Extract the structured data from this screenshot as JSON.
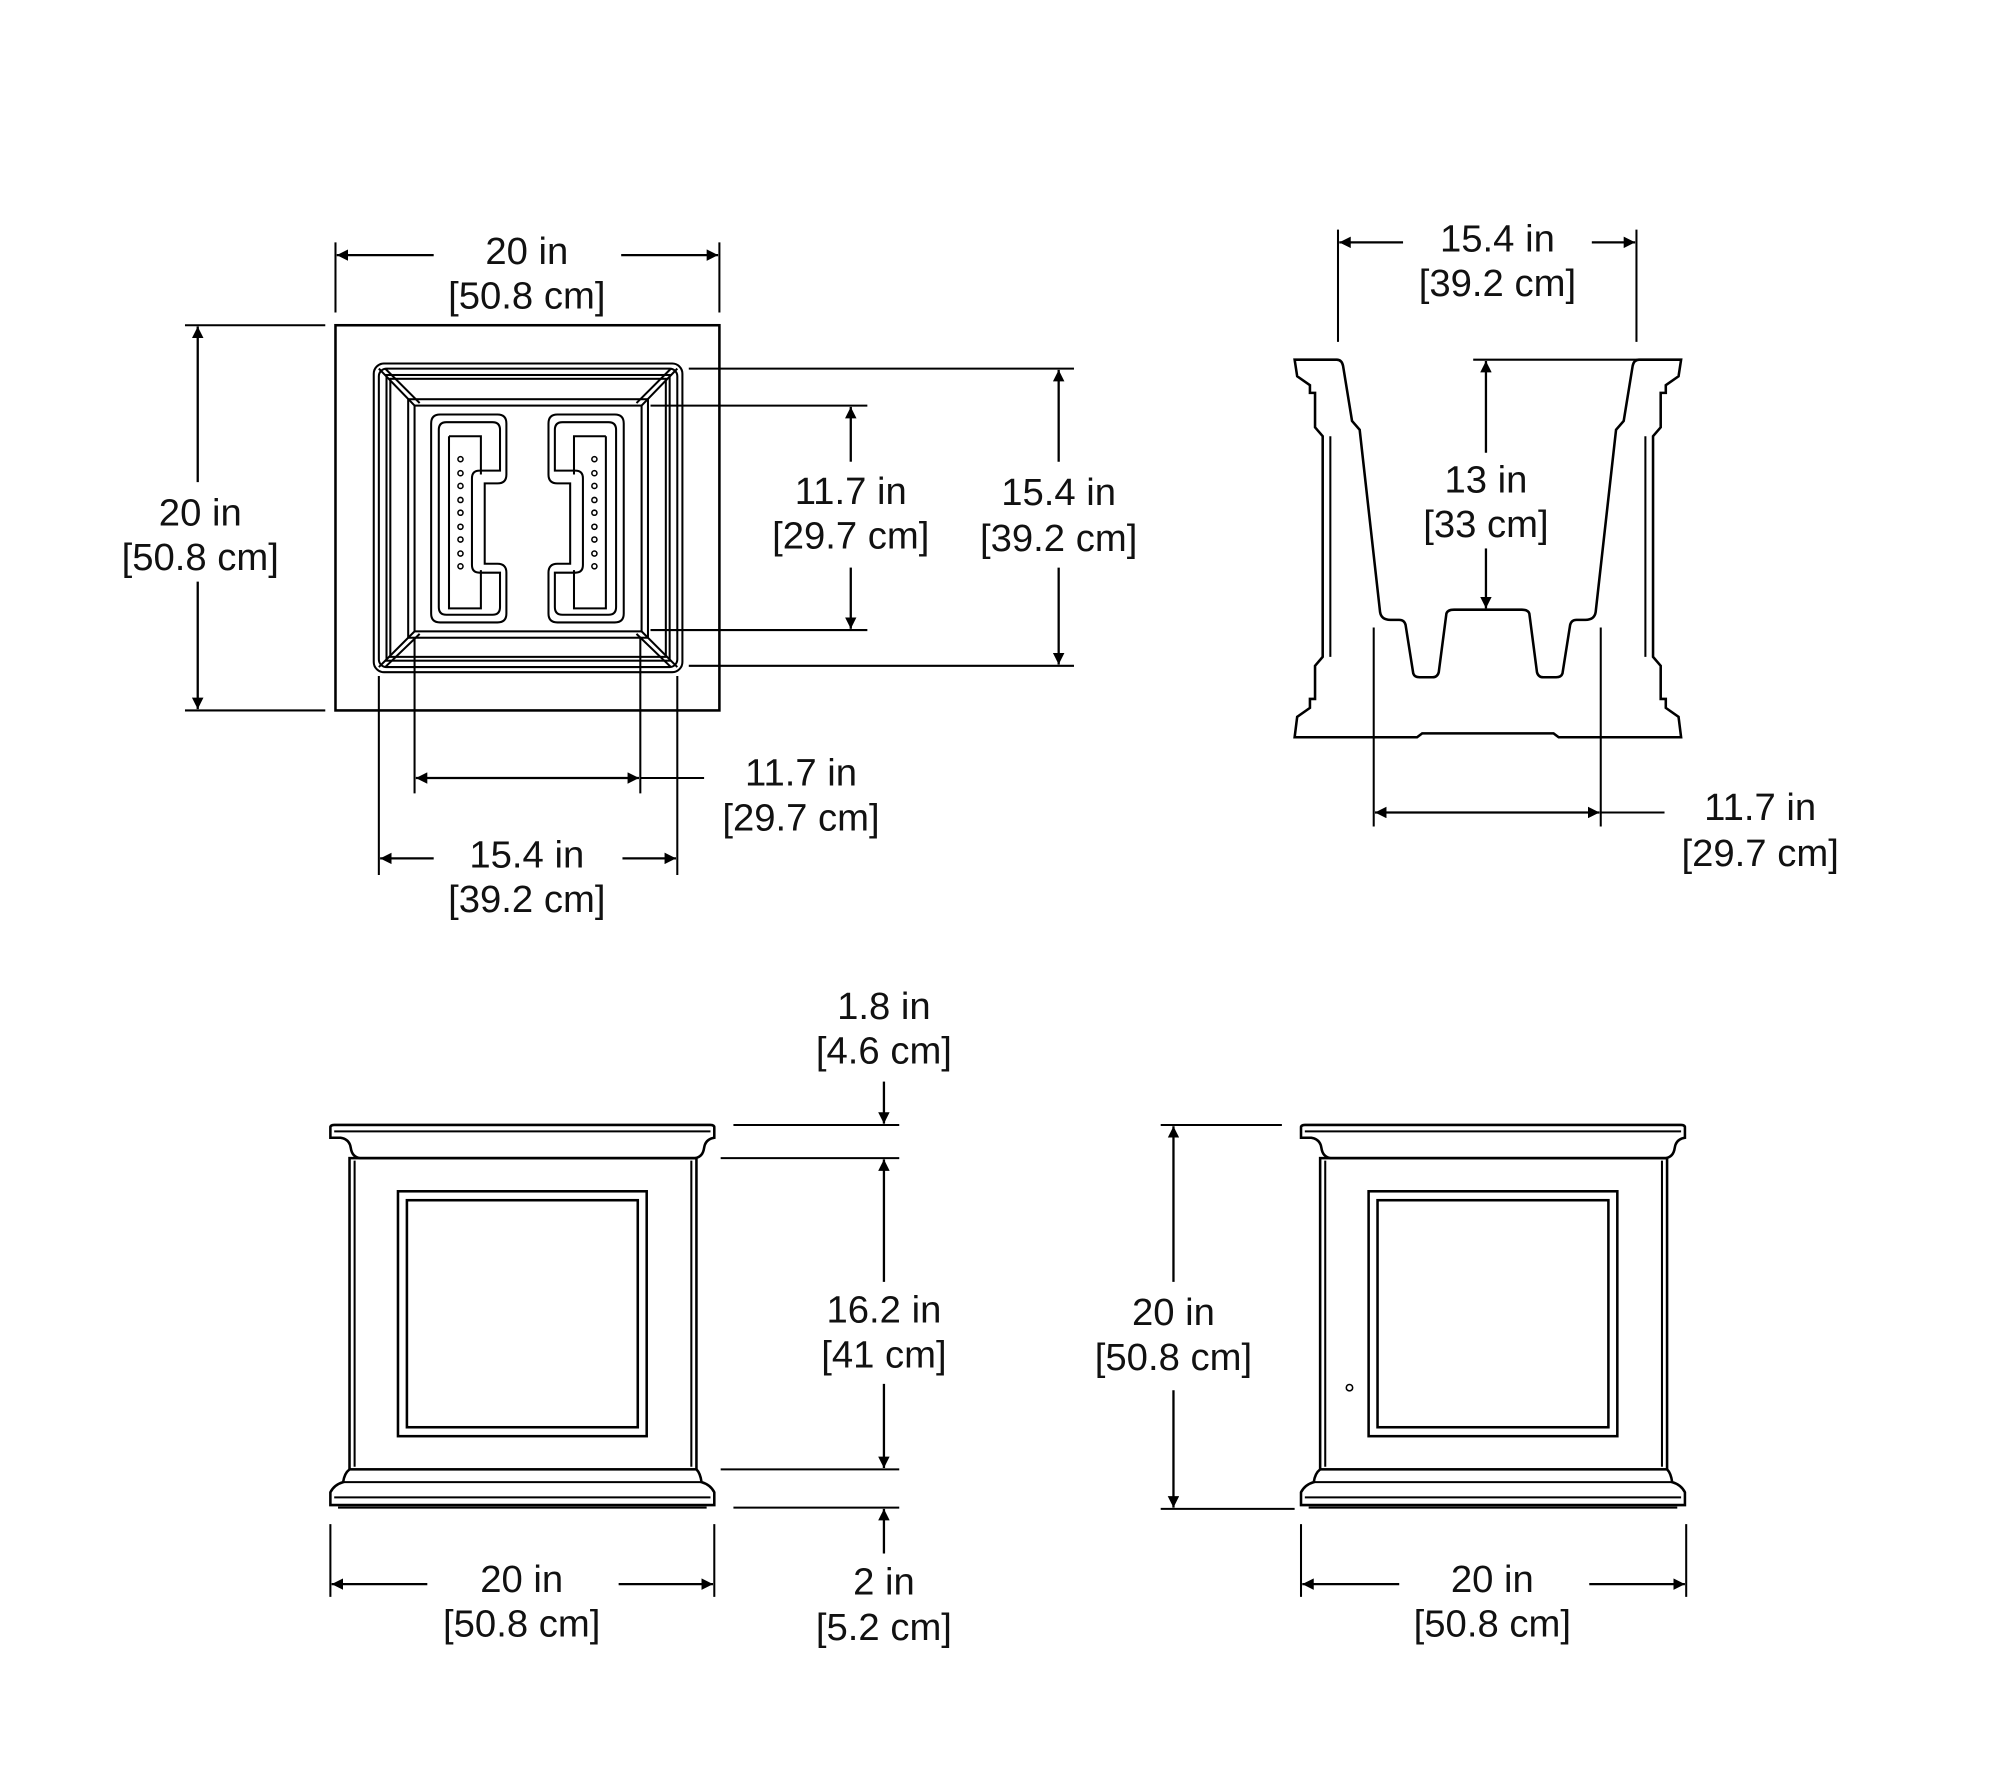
{
  "top_view": {
    "overall_width": {
      "in": "20 in",
      "cm": "[50.8 cm]"
    },
    "overall_depth": {
      "in": "20 in",
      "cm": "[50.8 cm]"
    },
    "inner_depth_large": {
      "in": "15.4 in",
      "cm": "[39.2 cm]"
    },
    "inner_depth_small": {
      "in": "11.7 in",
      "cm": "[29.7 cm]"
    },
    "inner_width_small": {
      "in": "11.7 in",
      "cm": "[29.7 cm]"
    },
    "inner_width_large": {
      "in": "15.4 in",
      "cm": "[39.2 cm]"
    }
  },
  "section_view": {
    "top_opening": {
      "in": "15.4 in",
      "cm": "[39.2 cm]"
    },
    "liner_depth": {
      "in": "13 in",
      "cm": "[33 cm]"
    },
    "bottom_width": {
      "in": "11.7 in",
      "cm": "[29.7 cm]"
    }
  },
  "front_view": {
    "cap_height": {
      "in": "1.8 in",
      "cm": "[4.6 cm]"
    },
    "body_height": {
      "in": "16.2 in",
      "cm": "[41 cm]"
    },
    "base_height": {
      "in": "2 in",
      "cm": "[5.2 cm]"
    },
    "width": {
      "in": "20 in",
      "cm": "[50.8 cm]"
    }
  },
  "side_view": {
    "height": {
      "in": "20 in",
      "cm": "[50.8 cm]"
    },
    "width": {
      "in": "20 in",
      "cm": "[50.8 cm]"
    }
  }
}
